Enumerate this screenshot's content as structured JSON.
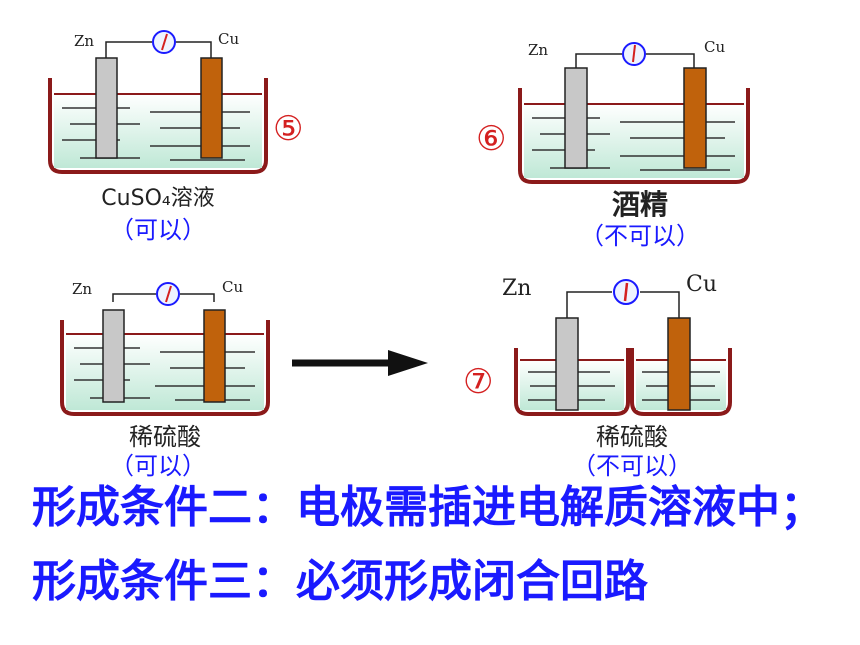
{
  "cells": [
    {
      "zn": "Zn",
      "cu": "Cu",
      "number": "⑤",
      "solution": "CuSO₄溶液",
      "result": "（可以）"
    },
    {
      "zn": "Zn",
      "cu": "Cu",
      "number": "⑥",
      "solution": "酒精",
      "result": "（不可以）"
    },
    {
      "zn": "Zn",
      "cu": "Cu",
      "number": "",
      "solution": "稀硫酸",
      "result": "（可以）"
    },
    {
      "zn": "Zn",
      "cu": "Cu",
      "number": "⑦",
      "solution": "稀硫酸",
      "result": "（不可以）"
    }
  ],
  "conditions": [
    "形成条件二：电极需插进电解质溶液中；",
    "形成条件三：必须形成闭合回路"
  ],
  "colors": {
    "blue": "#1a1aff",
    "beaker": "#8b1a1a",
    "liquid": "#cfeee0",
    "zinc": "#c8c8c8",
    "copper": "#c0620c",
    "number_red": "#d42020"
  }
}
